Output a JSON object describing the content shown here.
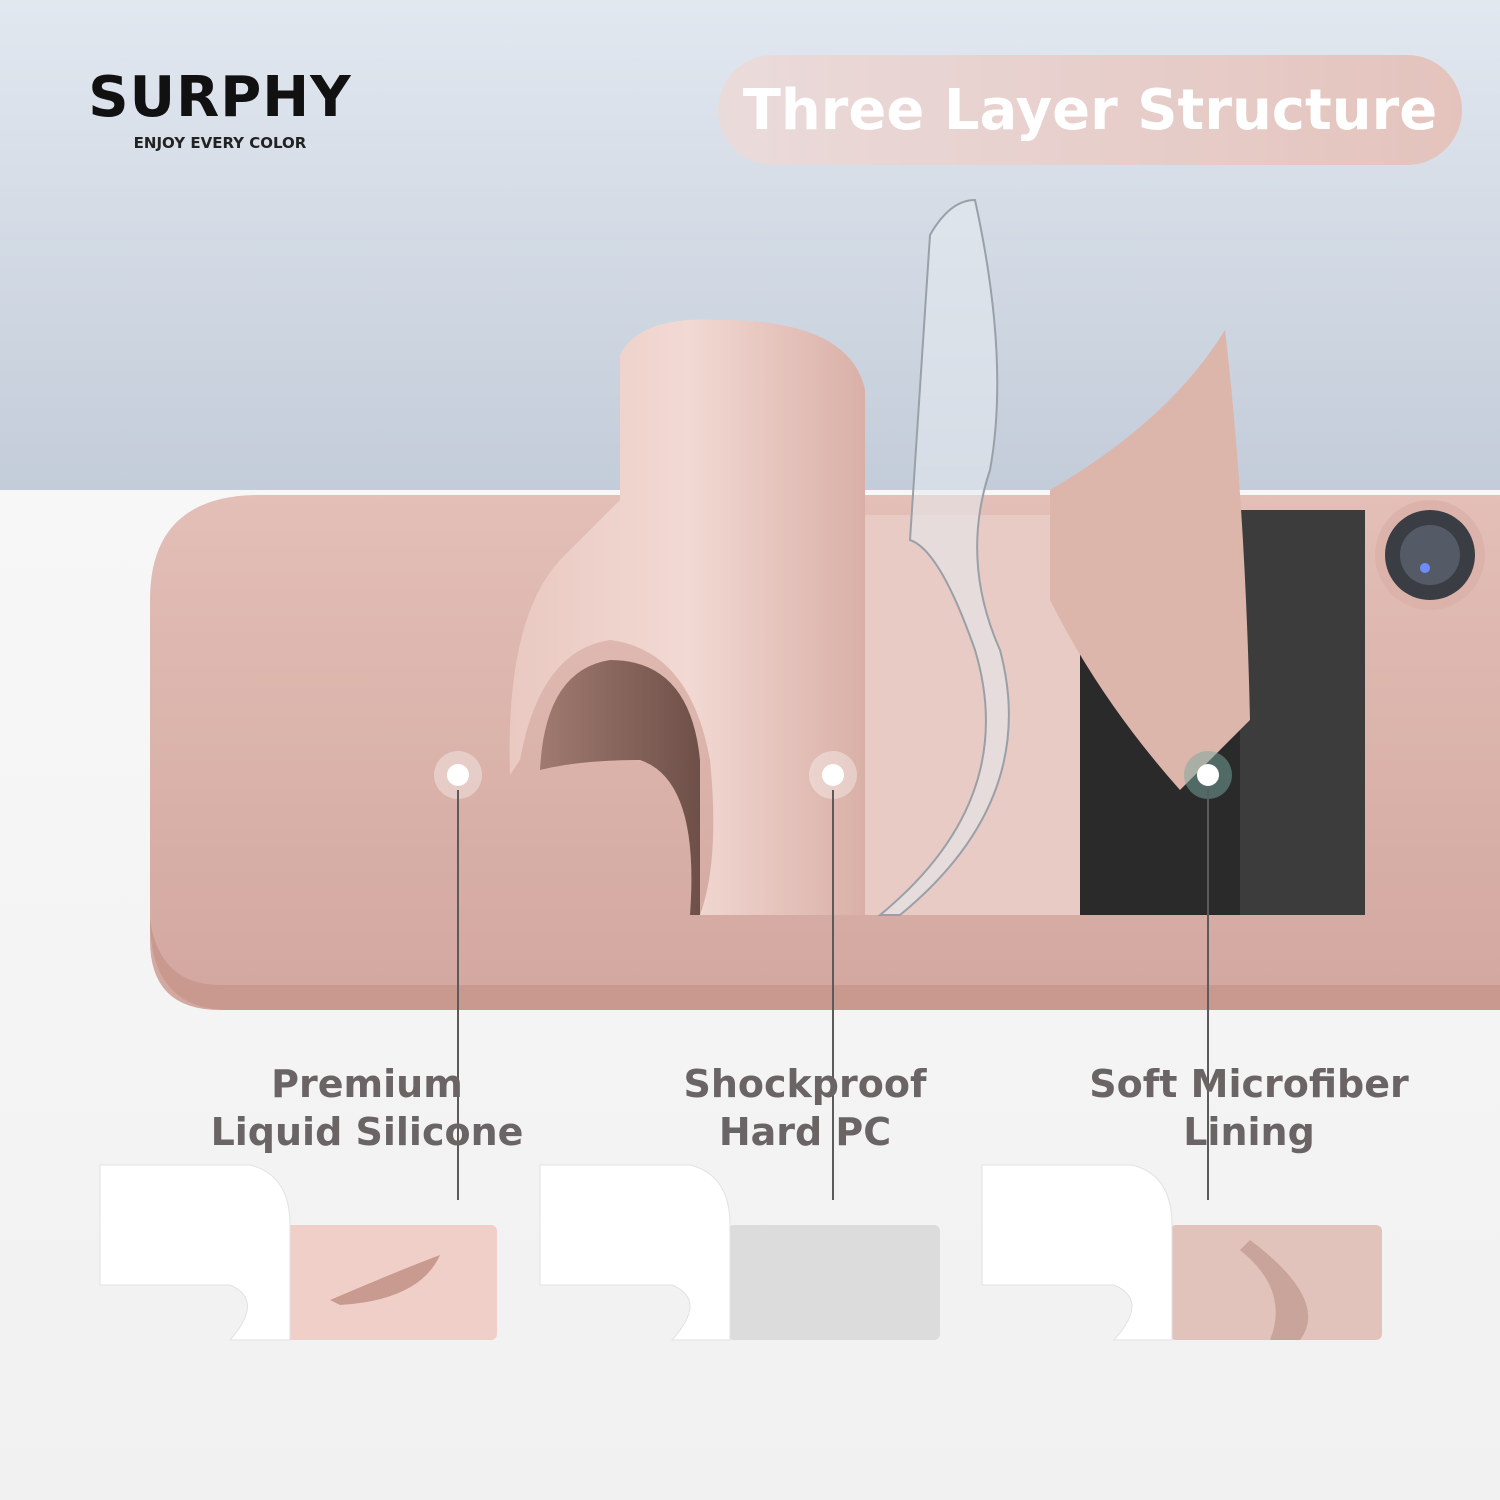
{
  "brand": {
    "name": "SURPHY",
    "tagline": "ENJOY EVERY COLOR"
  },
  "title": "Three Layer Structure",
  "layers": [
    {
      "line1": "Premium",
      "line2": "Liquid Silicone"
    },
    {
      "line1": "Shockproof",
      "line2": "Hard PC"
    },
    {
      "line1": "Soft Microfiber",
      "line2": "Lining"
    }
  ],
  "colors": {
    "case_pink": "#dcb3ab",
    "title_pill": "#e4c3bc",
    "label_text": "#6b6464"
  }
}
